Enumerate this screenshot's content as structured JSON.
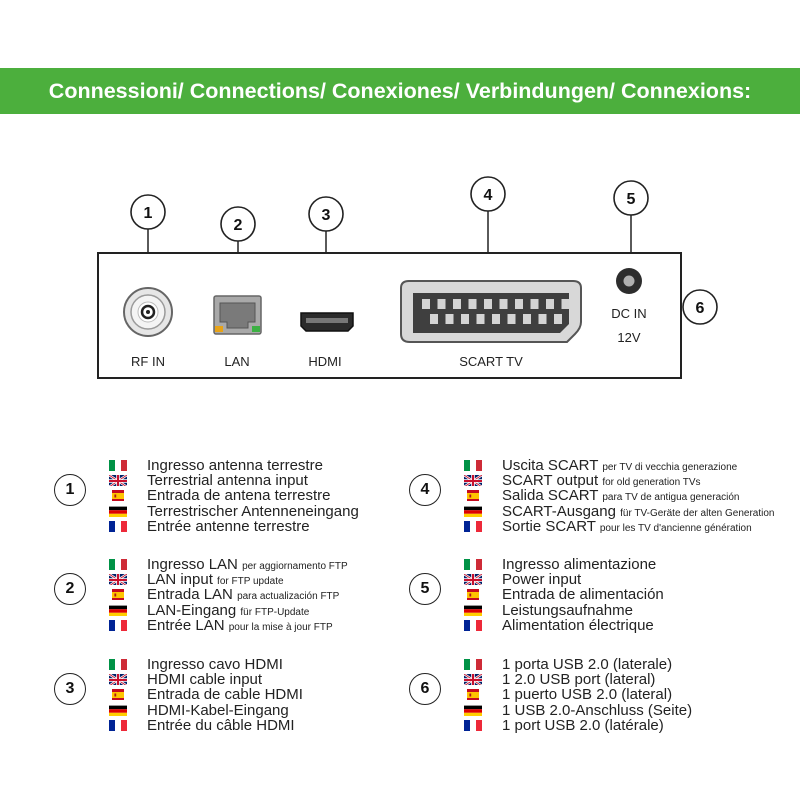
{
  "header": {
    "title": "Connessioni/ Connections/ Conexiones/ Verbindungen/ Connexions:"
  },
  "device": {
    "callouts": [
      "1",
      "2",
      "3",
      "4",
      "5",
      "6"
    ],
    "ports": {
      "rf_in": "RF IN",
      "lan": "LAN",
      "hdmi": "HDMI",
      "scart": "SCART TV",
      "dc_in_line1": "DC IN",
      "dc_in_line2": "12V"
    }
  },
  "colors": {
    "banner": "#4caf3d",
    "lan_led_left": "#e8a317",
    "lan_led_right": "#3cb043"
  },
  "flags": [
    "italy-flag",
    "uk-flag",
    "spain-flag",
    "germany-flag",
    "france-flag"
  ],
  "legend": [
    {
      "number": "1",
      "lines": [
        {
          "main": "Ingresso antenna terrestre",
          "small": ""
        },
        {
          "main": "Terrestrial antenna input",
          "small": ""
        },
        {
          "main": "Entrada de antena terrestre",
          "small": ""
        },
        {
          "main": "Terrestrischer Antenneneingang",
          "small": ""
        },
        {
          "main": "Entrée antenne terrestre",
          "small": ""
        }
      ]
    },
    {
      "number": "2",
      "lines": [
        {
          "main": "Ingresso LAN",
          "small": "per aggiornamento FTP"
        },
        {
          "main": "LAN input",
          "small": "for FTP update"
        },
        {
          "main": "Entrada LAN",
          "small": "para actualización FTP"
        },
        {
          "main": "LAN-Eingang",
          "small": "für FTP-Update"
        },
        {
          "main": "Entrée LAN",
          "small": "pour la mise à jour FTP"
        }
      ]
    },
    {
      "number": "3",
      "lines": [
        {
          "main": "Ingresso cavo HDMI",
          "small": ""
        },
        {
          "main": "HDMI cable input",
          "small": ""
        },
        {
          "main": "Entrada de cable HDMI",
          "small": ""
        },
        {
          "main": "HDMI-Kabel-Eingang",
          "small": ""
        },
        {
          "main": "Entrée du câble HDMI",
          "small": ""
        }
      ]
    },
    {
      "number": "4",
      "lines": [
        {
          "main": "Uscita SCART",
          "small": "per TV di vecchia generazione"
        },
        {
          "main": "SCART output",
          "small": "for old generation TVs"
        },
        {
          "main": "Salida SCART",
          "small": "para TV de antigua generación"
        },
        {
          "main": "SCART-Ausgang",
          "small": "für TV-Geräte der alten Generation"
        },
        {
          "main": "Sortie SCART",
          "small": "pour les TV d'ancienne génération"
        }
      ]
    },
    {
      "number": "5",
      "lines": [
        {
          "main": "Ingresso alimentazione",
          "small": ""
        },
        {
          "main": "Power input",
          "small": ""
        },
        {
          "main": "Entrada de alimentación",
          "small": ""
        },
        {
          "main": "Leistungsaufnahme",
          "small": ""
        },
        {
          "main": "Alimentation électrique",
          "small": ""
        }
      ]
    },
    {
      "number": "6",
      "lines": [
        {
          "main": "1 porta USB 2.0 (laterale)",
          "small": ""
        },
        {
          "main": "1 2.0 USB port (lateral)",
          "small": ""
        },
        {
          "main": "1 puerto USB 2.0 (lateral)",
          "small": ""
        },
        {
          "main": "1 USB 2.0-Anschluss (Seite)",
          "small": ""
        },
        {
          "main": "1 port USB 2.0 (latérale)",
          "small": ""
        }
      ]
    }
  ]
}
